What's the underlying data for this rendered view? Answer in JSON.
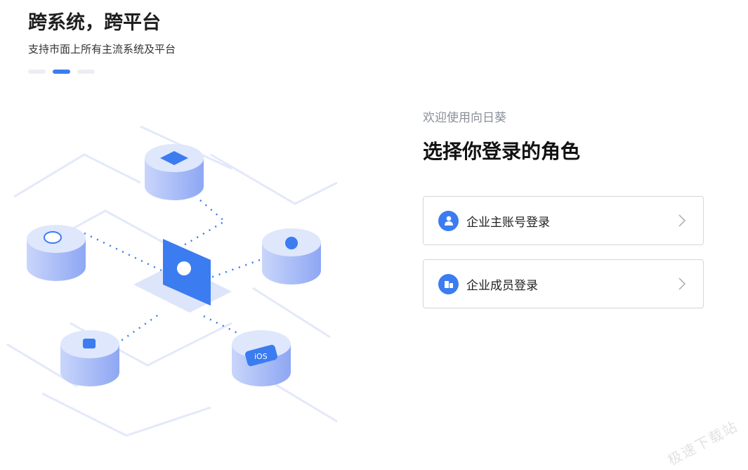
{
  "carousel": {
    "title": "跨系统，跨平台",
    "subtitle": "支持市面上所有主流系统及平台",
    "slide_count": 3,
    "active_slide": 2
  },
  "login": {
    "welcome": "欢迎使用向日葵",
    "heading": "选择你登录的角色",
    "options": [
      {
        "label": "企业主账号登录",
        "icon": "user-icon"
      },
      {
        "label": "企业成员登录",
        "icon": "building-icon"
      }
    ]
  },
  "illustration": {
    "ios_label": "iOS"
  },
  "watermark": "极速下载站",
  "colors": {
    "accent": "#3b7cf0"
  }
}
